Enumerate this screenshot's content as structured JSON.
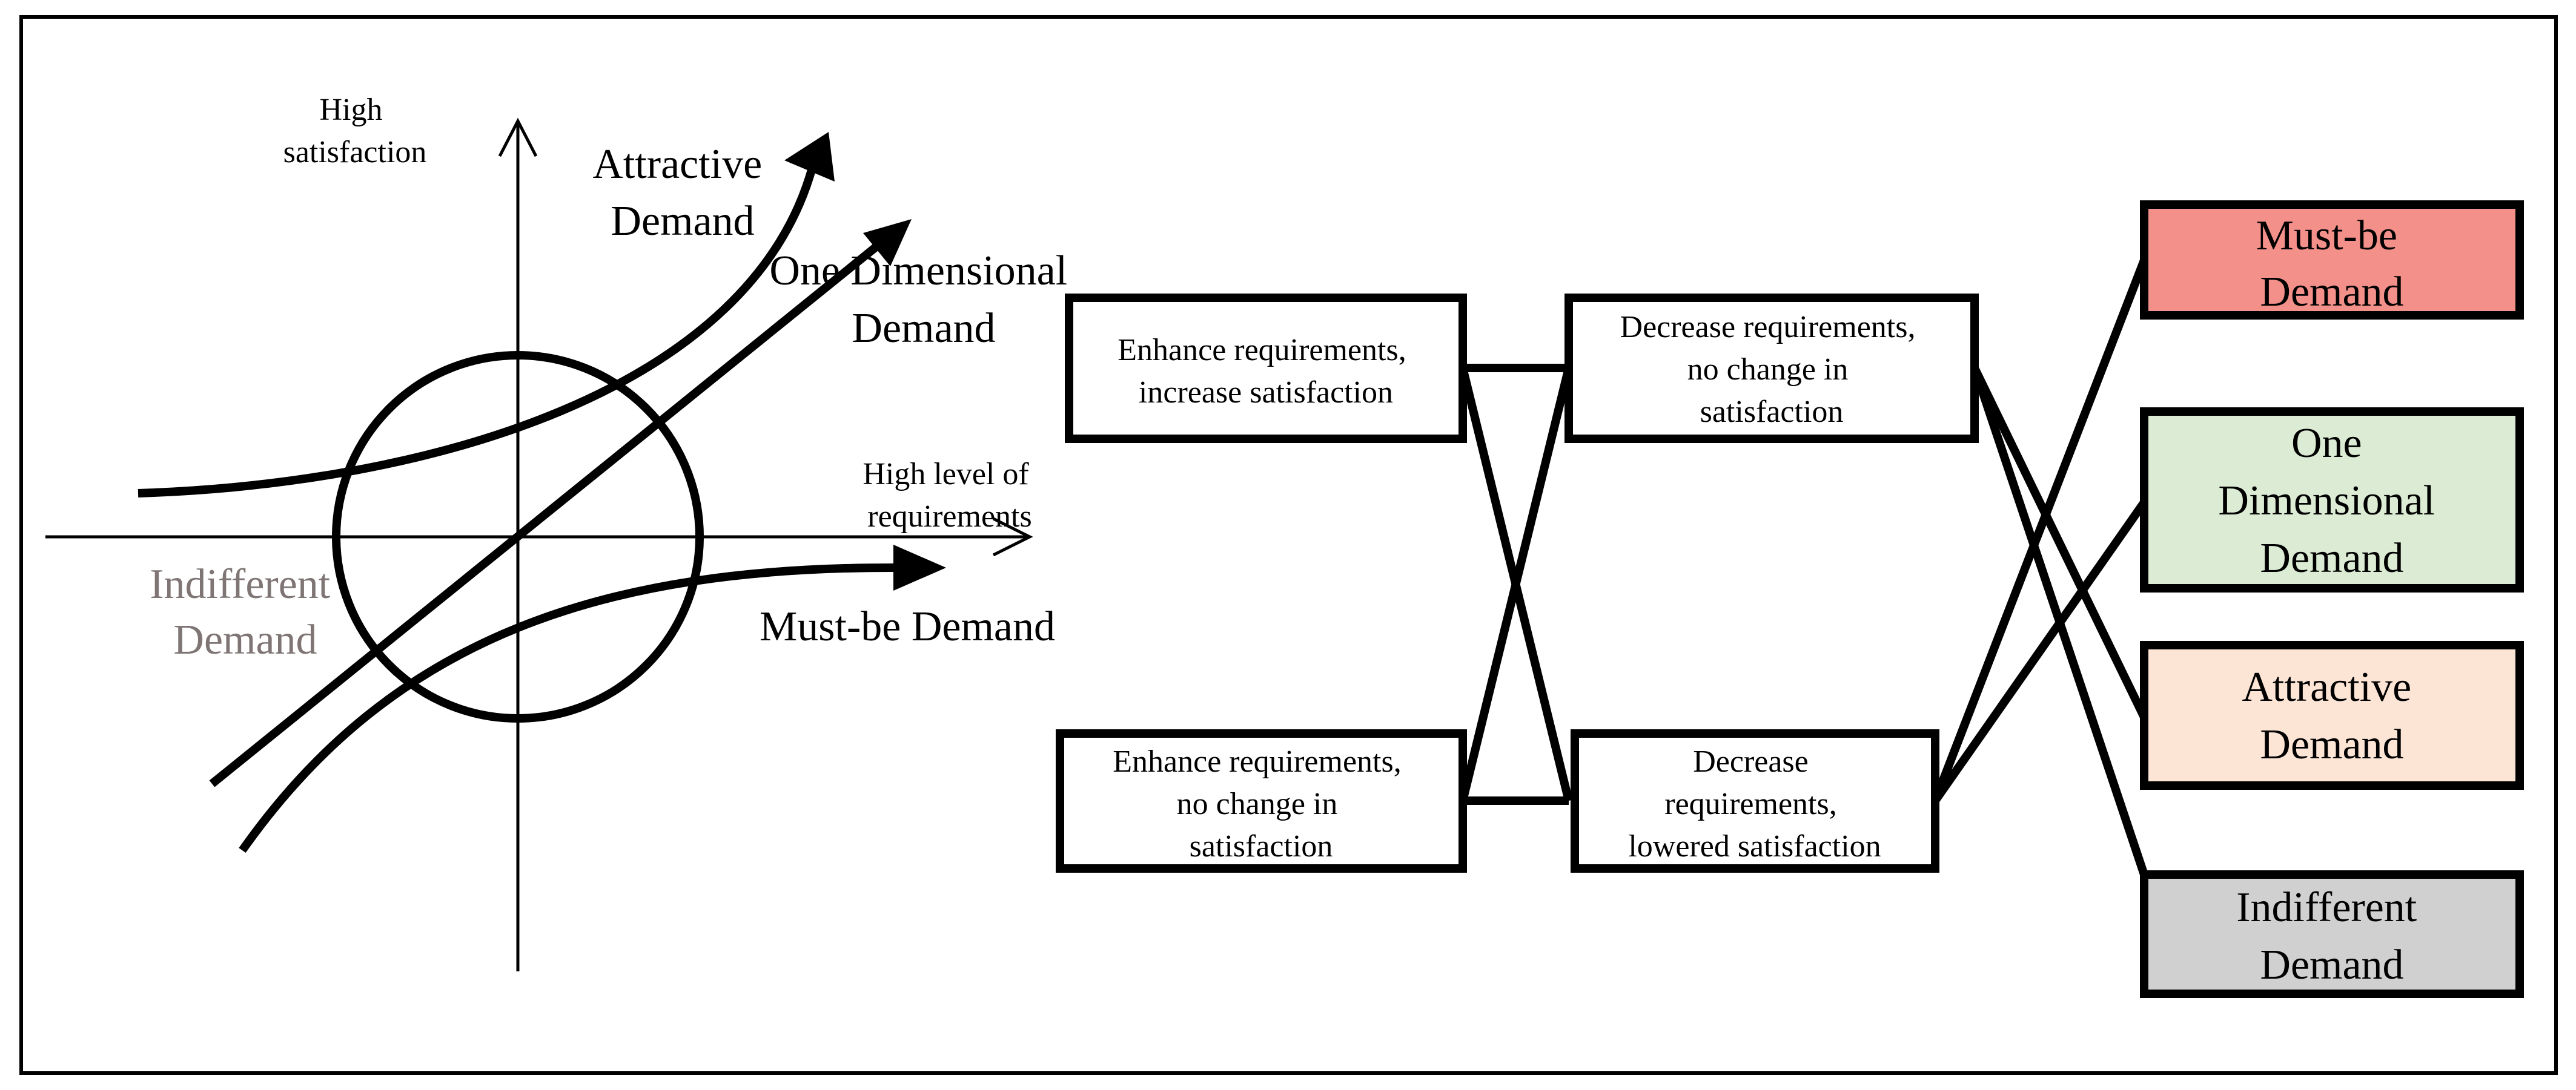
{
  "axes": {
    "y_label": [
      "High",
      "satisfaction"
    ],
    "x_label": [
      "High level of",
      "requirements"
    ]
  },
  "curves": {
    "attractive": [
      "Attractive",
      "Demand"
    ],
    "one_dimensional": [
      "One Dimensional",
      "Demand"
    ],
    "must_be": [
      "Must-be Demand"
    ],
    "indifferent": [
      "Indifferent",
      "Demand"
    ]
  },
  "conditions": {
    "enhance_increase": [
      "Enhance requirements,",
      "increase satisfaction"
    ],
    "decrease_no_change": [
      "Decrease requirements,",
      "no change in",
      "satisfaction"
    ],
    "enhance_no_change": [
      "Enhance requirements,",
      "no change in",
      "satisfaction"
    ],
    "decrease_lowered": [
      "Decrease",
      "requirements,",
      "lowered satisfaction"
    ]
  },
  "categories": {
    "must_be": [
      "Must-be",
      "Demand"
    ],
    "one_dimensional": [
      "One",
      "Dimensional",
      "Demand"
    ],
    "attractive": [
      "Attractive",
      "Demand"
    ],
    "indifferent": [
      "Indifferent",
      "Demand"
    ]
  },
  "colors": {
    "must_be": "#f4908a",
    "one_dimensional": "#dcecd4",
    "attractive": "#fde5d6",
    "indifferent": "#d0d0d0",
    "indifferent_text": "#7f7575"
  }
}
